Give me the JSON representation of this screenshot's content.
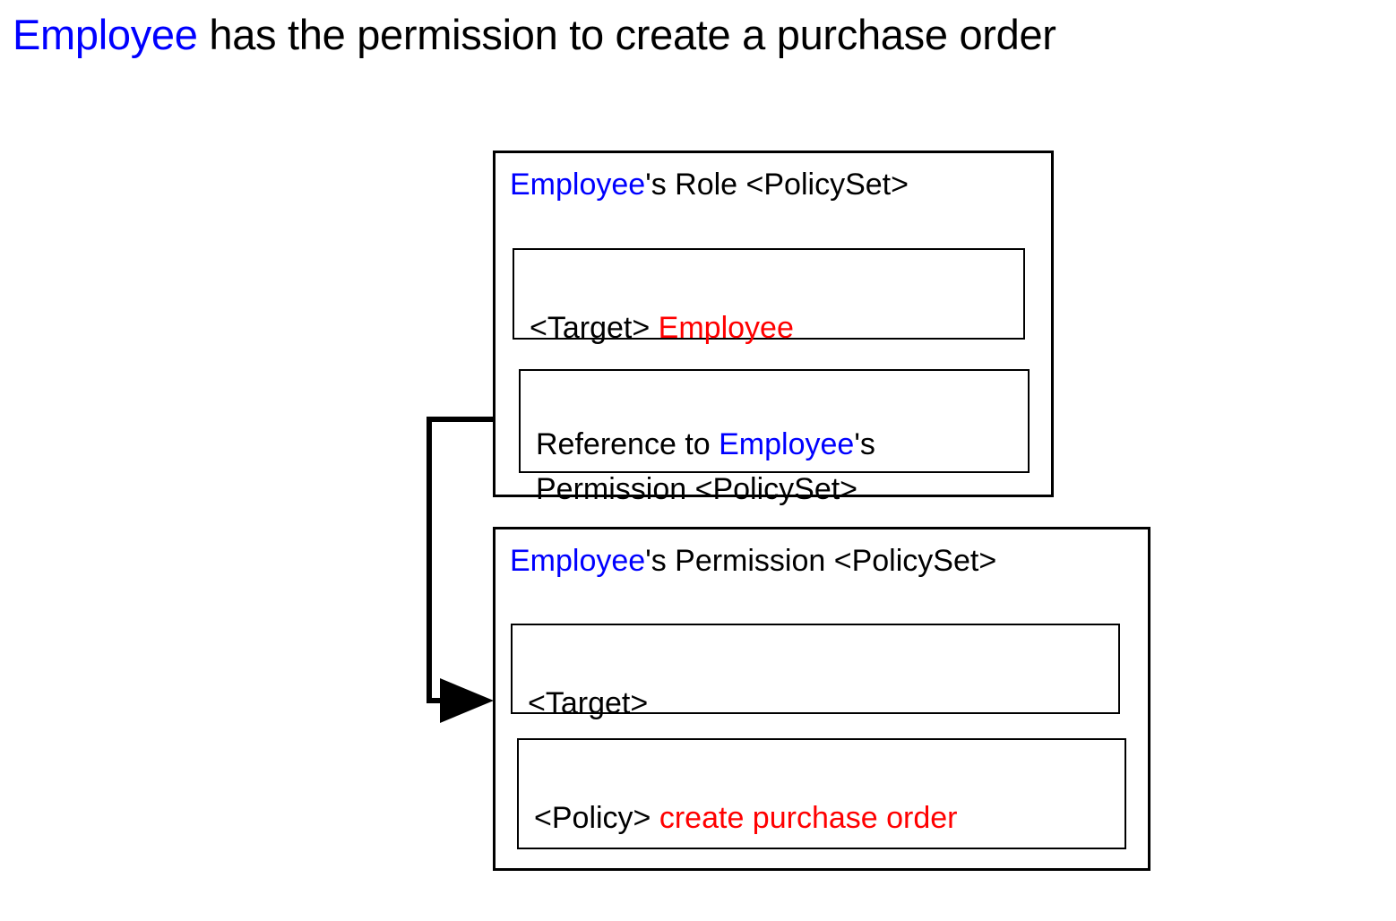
{
  "page": {
    "background_color": "#ffffff",
    "accent_blue": "#0000ff",
    "accent_red": "#ff0000",
    "line_color": "#000000"
  },
  "title": {
    "subject": "Employee",
    "rest": " has the permission to create a purchase order",
    "full_text": "Employee has the permission to create a purchase order"
  },
  "policysets": [
    {
      "id": "role",
      "title_subject": "Employee",
      "title_rest": "'s Role <PolicySet>",
      "title_full": "Employee's Role <PolicySet>",
      "elements": [
        {
          "id": "role-target",
          "tag": "<Target>",
          "value": "Employee",
          "value_color": "#ff0000",
          "full_text": "<Target> Employee"
        },
        {
          "id": "role-reference",
          "prefix": "Reference to ",
          "subject": "Employee",
          "suffix": "'s\nPermission <PolicySet>",
          "full_text": "Reference to Employee's Permission <PolicySet>"
        }
      ]
    },
    {
      "id": "permission",
      "title_subject": "Employee",
      "title_rest": "'s Permission <PolicySet>",
      "title_full": "Employee's Permission <PolicySet>",
      "elements": [
        {
          "id": "perm-target",
          "tag": "<Target>",
          "value": "",
          "full_text": "<Target>"
        },
        {
          "id": "perm-policy",
          "tag": "<Policy>",
          "value": "create purchase order",
          "value_color": "#ff0000",
          "full_text": "<Policy> create purchase order"
        }
      ]
    }
  ],
  "connector": {
    "name": "reference-arrow",
    "from": "role-reference",
    "to": "permission",
    "arrowhead": "solid-triangle"
  }
}
